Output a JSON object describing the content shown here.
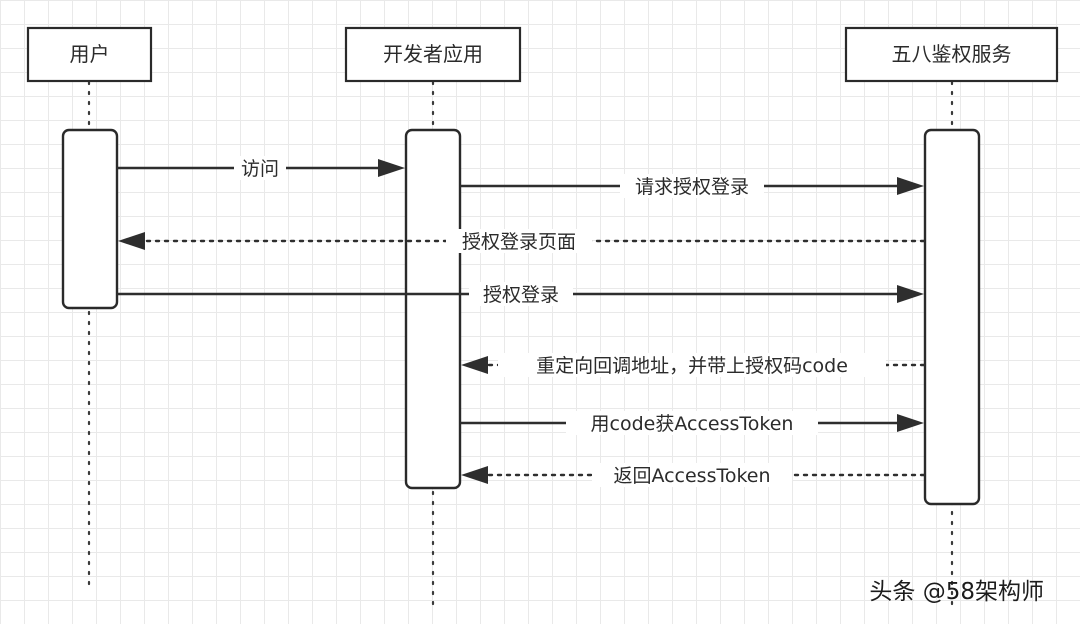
{
  "actors": [
    {
      "id": "user",
      "label": "用户"
    },
    {
      "id": "app",
      "label": "开发者应用"
    },
    {
      "id": "auth",
      "label": "五八鉴权服务"
    }
  ],
  "messages": [
    {
      "from": "user",
      "to": "app",
      "label": "访问",
      "style": "solid"
    },
    {
      "from": "app",
      "to": "auth",
      "label": "请求授权登录",
      "style": "solid"
    },
    {
      "from": "auth",
      "to": "user",
      "label": "授权登录页面",
      "style": "dashed"
    },
    {
      "from": "user",
      "to": "auth",
      "label": "授权登录",
      "style": "solid"
    },
    {
      "from": "auth",
      "to": "app",
      "label": "重定向回调地址，并带上授权码code",
      "style": "dashed"
    },
    {
      "from": "app",
      "to": "auth",
      "label": "用code获AccessToken",
      "style": "solid"
    },
    {
      "from": "auth",
      "to": "app",
      "label": "返回AccessToken",
      "style": "dashed"
    }
  ],
  "watermark": "头条 @58架构师"
}
